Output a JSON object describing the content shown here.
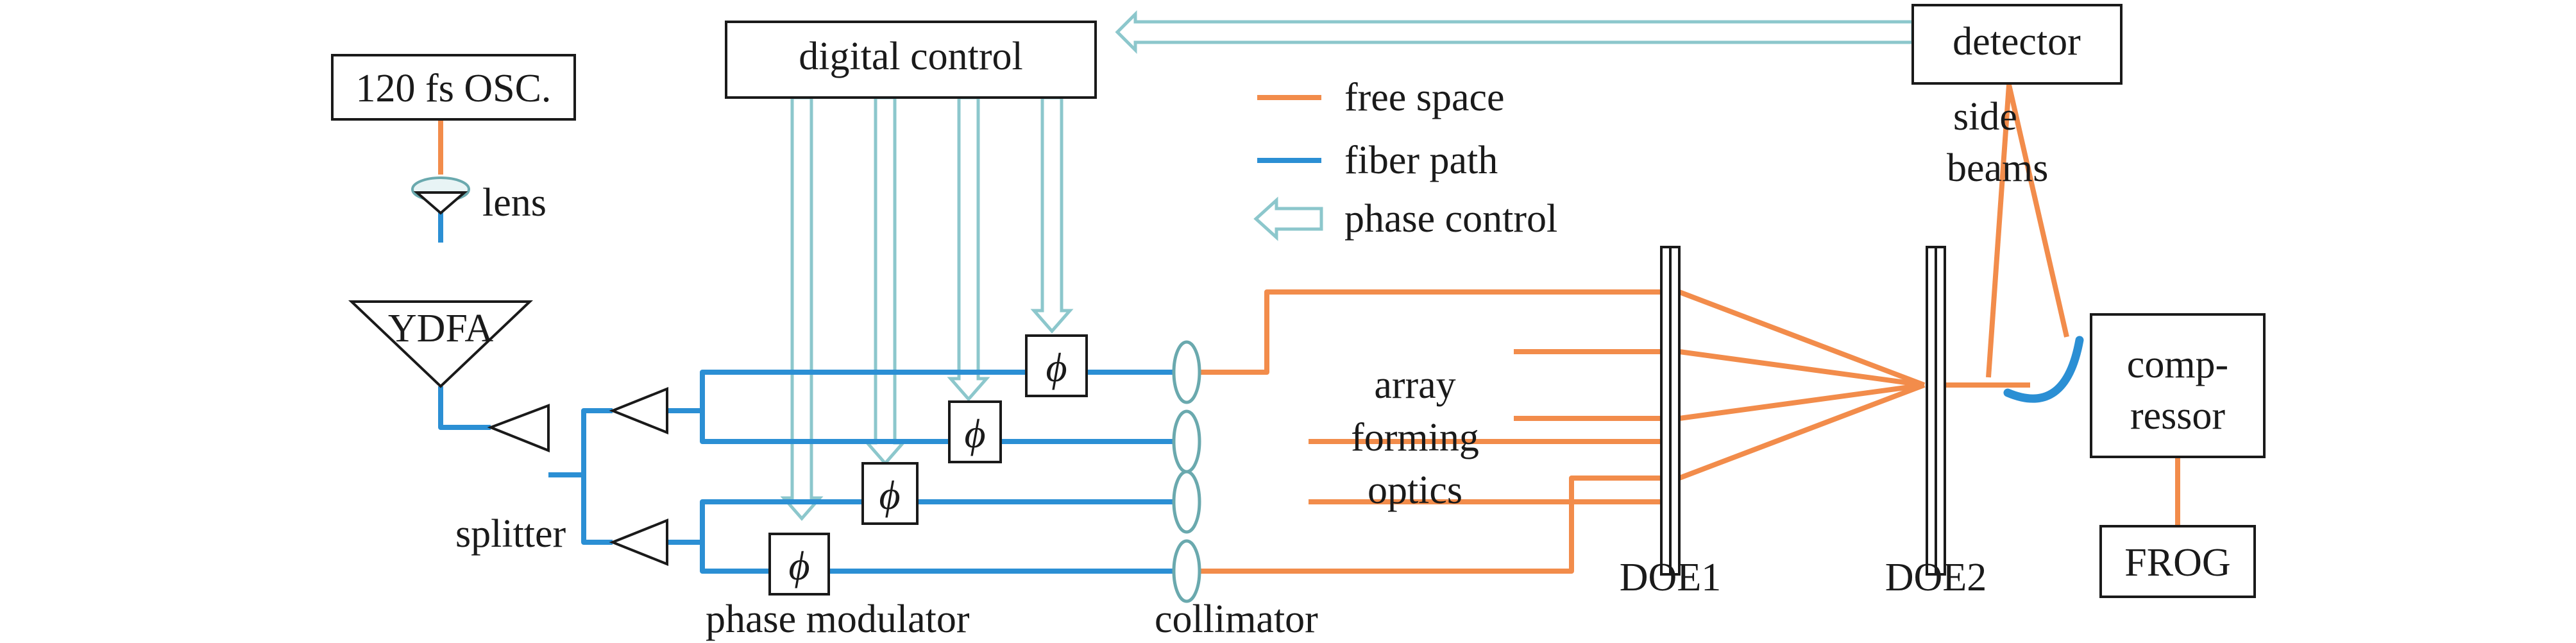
{
  "labels": {
    "oscillator": "120 fs OSC.",
    "lens": "lens",
    "ydfa": "YDFA",
    "splitter": "splitter",
    "digital_control": "digital control",
    "detector": "detector",
    "side_beams_1": "side",
    "side_beams_2": "beams",
    "phase_modulator": "phase modulator",
    "collimator": "collimator",
    "array_1": "array",
    "array_2": "forming",
    "array_3": "optics",
    "doe1": "DOE1",
    "doe2": "DOE2",
    "compressor_1": "comp-",
    "compressor_2": "ressor",
    "frog": "FROG",
    "phi": "ϕ"
  },
  "legend": [
    {
      "label": "free space",
      "kind": "line",
      "color": "#F28C4B"
    },
    {
      "label": "fiber path",
      "kind": "line",
      "color": "#2B8FD4"
    },
    {
      "label": "phase control",
      "kind": "arrow",
      "color": "#8CC7CC"
    }
  ],
  "colors": {
    "free_space": "#F28C4B",
    "fiber": "#2B8FD4",
    "phase_control": "#8CC7CC",
    "outline": "#1a1a1a"
  }
}
